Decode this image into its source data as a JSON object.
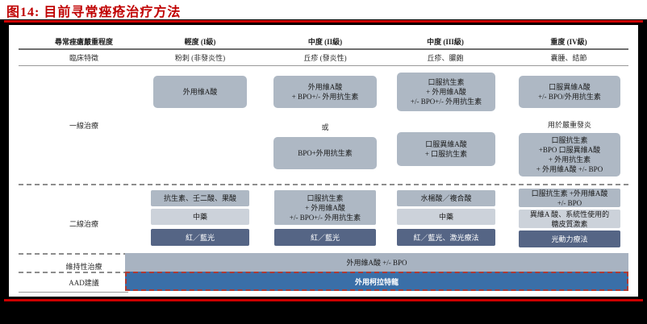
{
  "figure": {
    "title": "图14:   目前寻常痤疮治疗方法",
    "accent_color": "#c00000",
    "box_mid_color": "#aeb8c4",
    "box_light_color": "#ccd2da",
    "box_dark_color": "#556585",
    "band_maint_color": "#a8b3c1",
    "band_aad_color": "#3a6fa8",
    "band_aad_border_color": "#b03a32"
  },
  "table": {
    "headers": [
      "尋常痤瘡嚴重程度",
      "輕度 (I級)",
      "中度 (II級)",
      "中度 (III級)",
      "重度 (IV級)"
    ],
    "clinical_row": {
      "label": "臨床特徵",
      "values": [
        "粉刺 (非發炎性)",
        "丘疹 (發炎性)",
        "丘疹、膿皰",
        "囊腫、結節"
      ]
    },
    "first_line": {
      "label": "一線治療",
      "columns": [
        {
          "boxes": [
            {
              "text": "外用维A酸",
              "style": "mid"
            }
          ],
          "notes": []
        },
        {
          "boxes": [
            {
              "text": "外用維A酸\n+ BPO+/- 外用抗生素",
              "style": "mid"
            },
            {
              "text": "BPO+外用抗生素",
              "style": "mid"
            }
          ],
          "notes": [
            "或"
          ]
        },
        {
          "boxes": [
            {
              "text": "口服抗生素\n+ 外用維A酸\n+/- BPO+/- 外用抗生素",
              "style": "mid"
            },
            {
              "text": "口服異維A酸\n+ 口服抗生素",
              "style": "mid"
            }
          ],
          "notes": []
        },
        {
          "boxes": [
            {
              "text": "口服異維A酸\n+/- BPO/外用抗生素",
              "style": "mid"
            },
            {
              "text": "口服抗生素\n+BPO 口服異維A酸\n+ 外用抗生素\n+ 外用維A酸 +/- BPO",
              "style": "mid"
            }
          ],
          "notes": [
            "用於嚴重發炎"
          ]
        }
      ]
    },
    "second_line": {
      "label": "二線治療",
      "columns": [
        {
          "boxes": [
            {
              "text": "抗生素、壬二酸、果酸",
              "style": "mid"
            },
            {
              "text": "中藥",
              "style": "light"
            },
            {
              "text": "紅／藍光",
              "style": "dark"
            }
          ]
        },
        {
          "boxes": [
            {
              "text": "口服抗生素\n+ 外用維A酸\n+/- BPO+/- 外用抗生素",
              "style": "mid"
            },
            {
              "text": "紅／藍光",
              "style": "dark"
            }
          ]
        },
        {
          "boxes": [
            {
              "text": "水楊酸／複合酸",
              "style": "mid"
            },
            {
              "text": "中藥",
              "style": "light"
            },
            {
              "text": "紅／藍光、激光療法",
              "style": "dark"
            }
          ]
        },
        {
          "boxes": [
            {
              "text": "口服抗生素 +外用維A酸\n+/- BPO",
              "style": "mid"
            },
            {
              "text": "異維A 酸、系統性使用的\n糖皮質激素",
              "style": "light"
            },
            {
              "text": "光動力療法",
              "style": "dark"
            }
          ]
        }
      ]
    },
    "maintenance": {
      "label": "維持性治療",
      "value": "外用維A酸 +/- BPO"
    },
    "aad": {
      "label": "AAD建議",
      "value": "外用柯拉特龍"
    }
  }
}
